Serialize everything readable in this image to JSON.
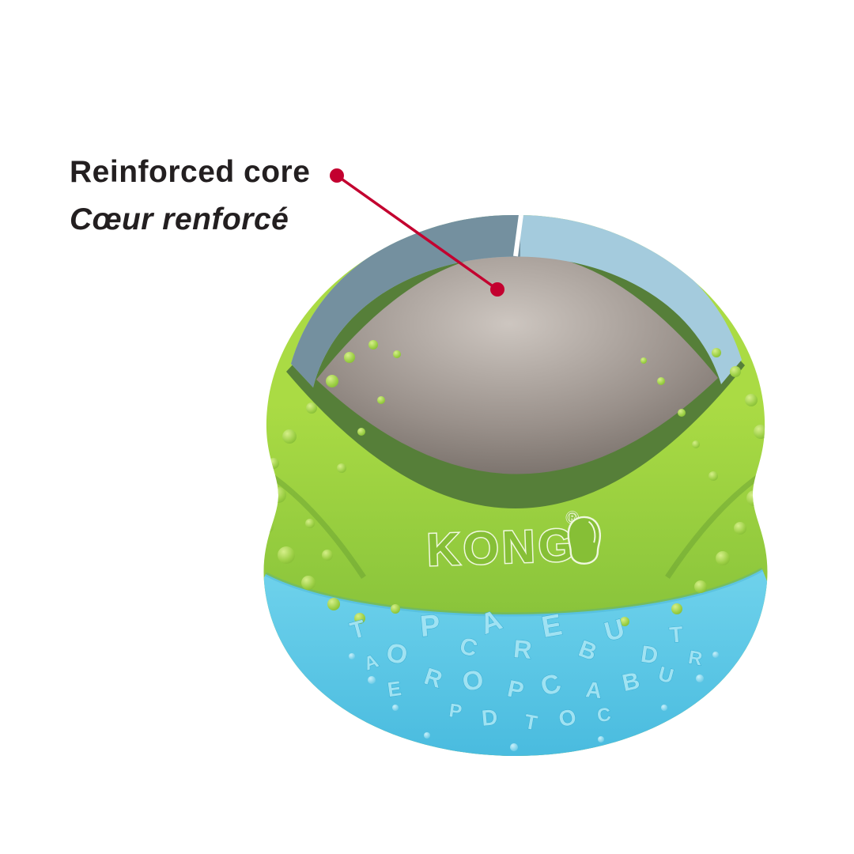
{
  "annotation": {
    "label_en": "Reinforced core",
    "label_fr": "Cœur renforcé",
    "color": "#c3002f"
  },
  "ball": {
    "brand": "KONG",
    "registered_mark": "®",
    "texture_letters": "TOPCAREBUD",
    "colors": {
      "green_light": "#aadb44",
      "green": "#8cc63c",
      "green_dark": "#76b02c",
      "rim_green": "#567f39",
      "aqua_light": "#6fd2ec",
      "aqua": "#47bade",
      "shell_blue_light": "#a4cbdd",
      "shell_blue_dark": "#74909f",
      "core_light": "#cdc6c0",
      "core": "#99908a",
      "core_dark": "#675f59",
      "logo_green": "#86bf36",
      "logo_outline": "#f0f8df"
    }
  }
}
